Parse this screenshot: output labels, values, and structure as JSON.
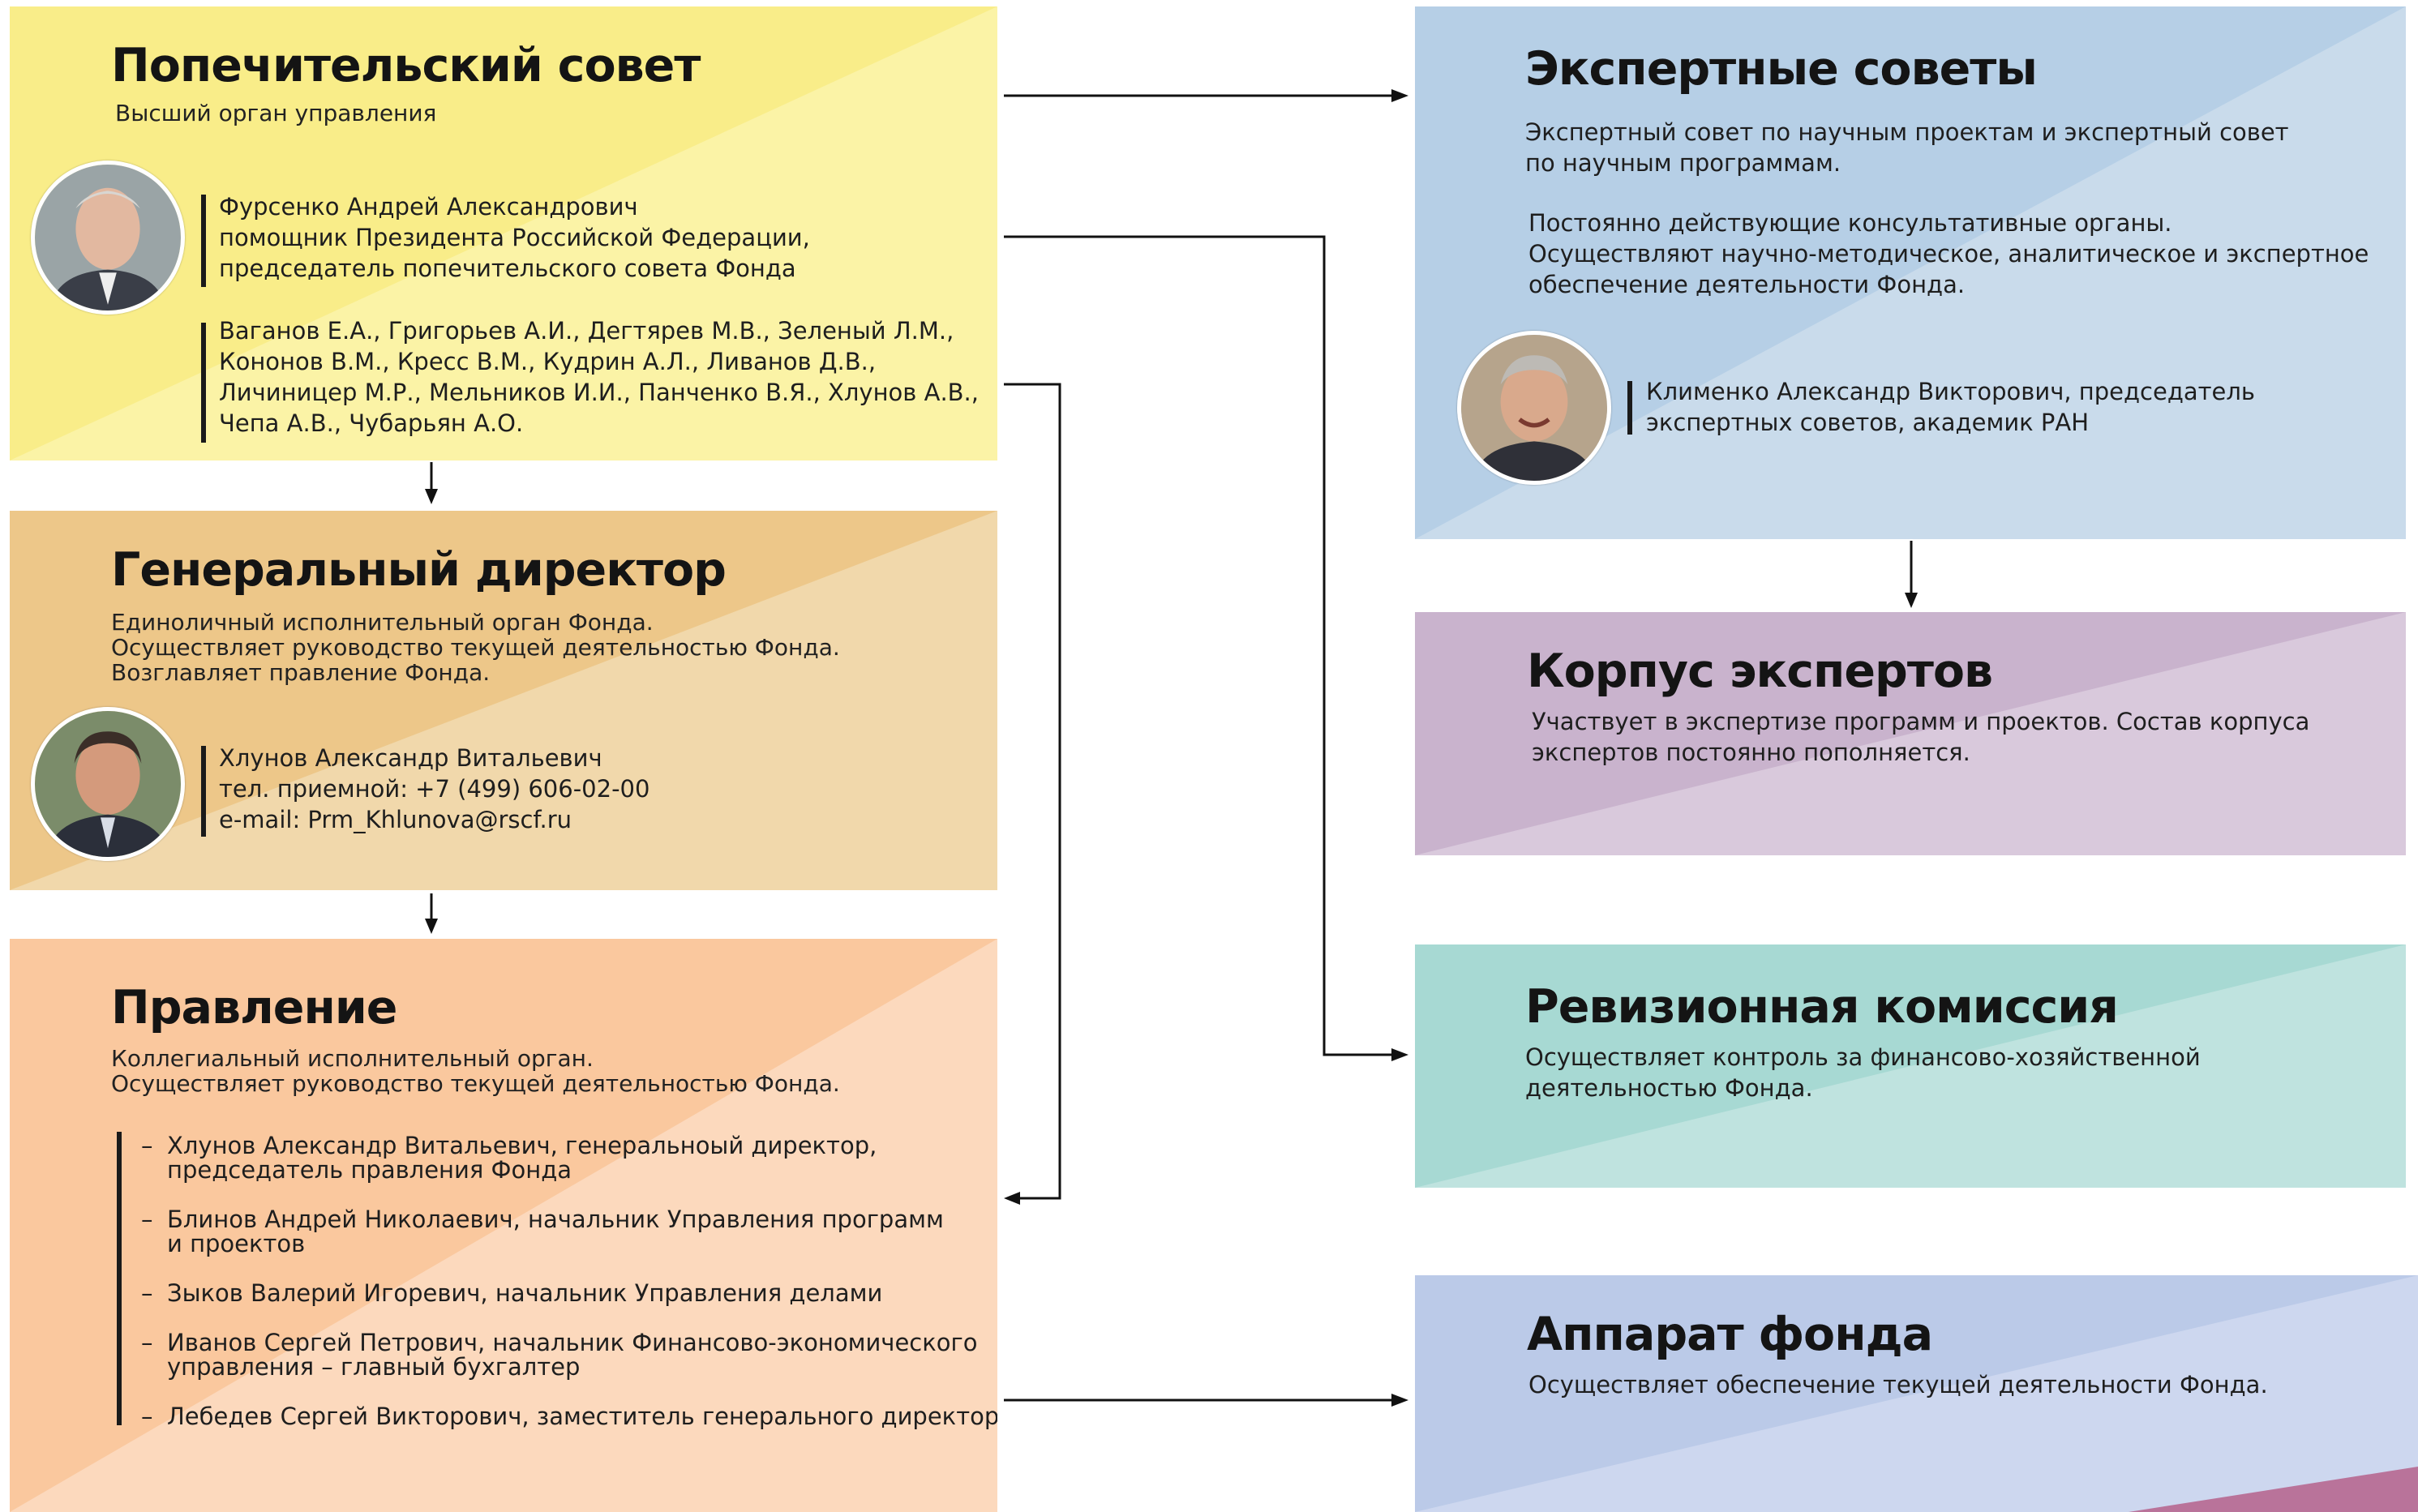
{
  "board": {
    "title": "Попечительский совет",
    "subtitle": "Высший орган управления",
    "chairman_lines": [
      "Фурсенко Андрей Александрович",
      "помощник Президента Российской Федерации,",
      "председатель попечительского совета Фонда"
    ],
    "members_lines": [
      "Ваганов Е.А., Григорьев А.И., Дегтярев М.В., Зеленый Л.М.,",
      "Кононов В.М., Кресс В.М., Кудрин А.Л., Ливанов Д.В.,",
      "Личиницер М.Р., Мельников И.И., Панченко В.Я., Хлунов А.В.,",
      "Чепа А.В., Чубарьян А.О."
    ],
    "bg_color": "#fbf3a6",
    "accent_color": "#f8ea7a"
  },
  "director": {
    "title": "Генеральный директор",
    "desc_lines": [
      "Единоличный исполнительный орган Фонда.",
      "Осуществляет руководство текущей деятельностью Фонда.",
      "Возглавляет правление Фонда."
    ],
    "contact_lines": [
      "Хлунов Александр Витальевич",
      "тел. приемной: +7 (499) 606-02-00",
      "e-mail: Prm_Khlunova@rscf.ru"
    ],
    "bg_color": "#f1d8ab",
    "accent_color": "#ebc07a"
  },
  "management": {
    "title": "Правление",
    "desc_lines": [
      "Коллегиальный исполнительный орган.",
      "Осуществляет руководство текущей деятельностью Фонда."
    ],
    "members": [
      {
        "lines": [
          "Хлунов Александр Витальевич, генеральноый директор,",
          "председатель правления Фонда"
        ]
      },
      {
        "lines": [
          "Блинов Андрей Николаевич, начальник Управления программ",
          "и проектов"
        ]
      },
      {
        "lines": [
          "Зыков Валерий Игоревич, начальник Управления делами"
        ]
      },
      {
        "lines": [
          "Иванов Сергей Петрович, начальник Финансово-экономического",
          "управления – главный бухгалтер"
        ]
      },
      {
        "lines": [
          "Лебедев Сергей Викторович, заместитель генерального директора"
        ]
      }
    ],
    "bg_color": "#fcd9bd",
    "accent_color": "#f9c092"
  },
  "expert_councils": {
    "title": "Экспертные советы",
    "desc_lines": [
      "Экспертный совет по научным проектам и экспертный совет",
      "по научным программам."
    ],
    "desc2_lines": [
      "Постоянно действующие консультативные органы.",
      "Осуществляют научно-методическое, аналитическое и экспертное",
      "обеспечение деятельности Фонда."
    ],
    "chairman_lines": [
      "Клименко Александр Викторович, председатель",
      "экспертных советов, академик РАН"
    ],
    "bg_color": "#c9dbeb",
    "accent_color": "#aecbe4"
  },
  "expert_corps": {
    "title": "Корпус экспертов",
    "desc_lines": [
      "Участвует в экспертизе программ и проектов. Состав корпуса",
      "экспертов постоянно пополняется."
    ],
    "bg_color": "#d9c9dc",
    "accent_color": "#c2a9c6"
  },
  "audit": {
    "title": "Ревизионная комиссия",
    "desc_lines": [
      "Осуществляет контроль за финансово-хозяйственной",
      "деятельностью Фонда."
    ],
    "bg_color": "#bfe3df",
    "accent_color": "#9dd4cd"
  },
  "office": {
    "title": "Аппарат фонда",
    "desc_lines": [
      "Осуществляет обеспечение текущей деятельности Фонда."
    ],
    "bg_color": "#cdd7ef",
    "accent_color": "#b3c4e6",
    "corner_color": "#b9739a"
  },
  "photos": {
    "board_chairman": "portrait-photo",
    "director": "portrait-photo",
    "expert_chairman": "portrait-photo"
  }
}
